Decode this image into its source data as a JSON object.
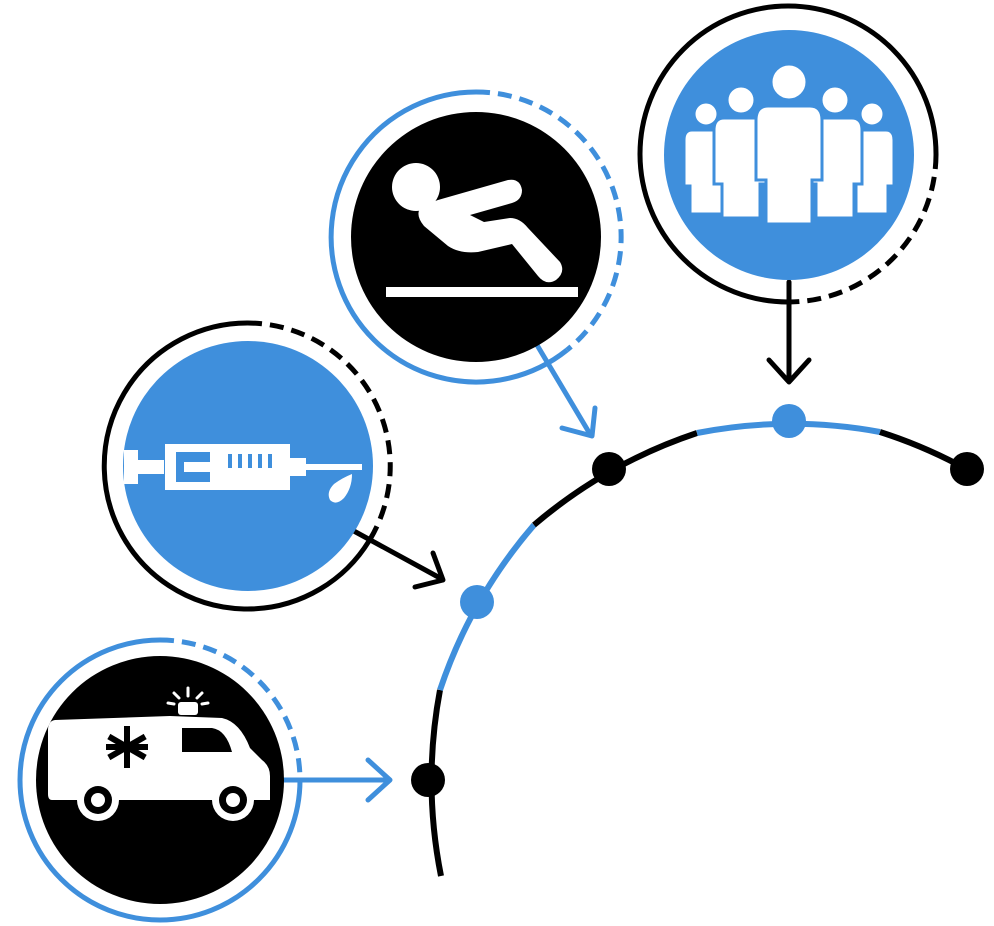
{
  "colors": {
    "blue": "#3f8fdc",
    "black": "#000000",
    "white": "#ffffff"
  },
  "timeline": {
    "segments": [
      "black",
      "blue",
      "black",
      "blue",
      "black"
    ],
    "markers": [
      {
        "name": "marker-ambulance",
        "color": "black"
      },
      {
        "name": "marker-vaccine",
        "color": "blue"
      },
      {
        "name": "marker-exercise",
        "color": "black"
      },
      {
        "name": "marker-community",
        "color": "blue"
      },
      {
        "name": "marker-end",
        "color": "black"
      }
    ]
  },
  "nodes": [
    {
      "name": "ambulance-node",
      "icon": "ambulance-icon",
      "fill": "black",
      "ring": "blue"
    },
    {
      "name": "vaccine-node",
      "icon": "syringe-icon",
      "fill": "blue",
      "ring": "black"
    },
    {
      "name": "exercise-node",
      "icon": "situp-icon",
      "fill": "black",
      "ring": "blue"
    },
    {
      "name": "community-node",
      "icon": "people-group-icon",
      "fill": "blue",
      "ring": "black"
    }
  ]
}
